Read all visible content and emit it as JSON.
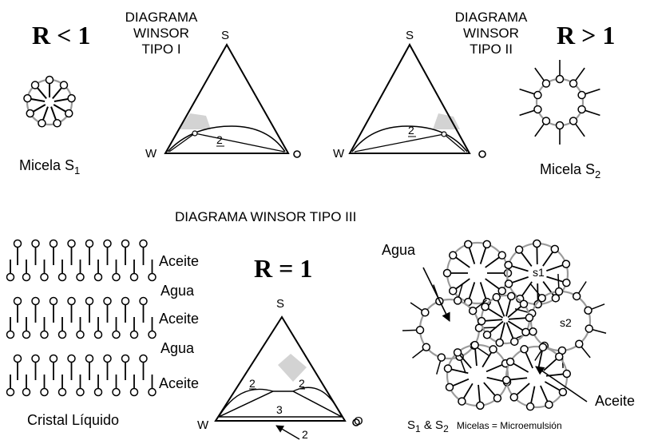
{
  "winsor1": {
    "title": "DIAGRAMA\nWINSOR\nTIPO I",
    "ratio": "R < 1",
    "micelle_label": "Micela S",
    "micelle_sub": "1"
  },
  "winsor2": {
    "title": "DIAGRAMA\nWINSOR\nTIPO II",
    "ratio": "R > 1",
    "micelle_label": "Micela S",
    "micelle_sub": "2"
  },
  "winsor3": {
    "title": "DIAGRAMA WINSOR TIPO III",
    "ratio": "R = 1"
  },
  "vertices": {
    "s": "S",
    "w": "W",
    "o": "O"
  },
  "phase_labels": {
    "two": "2",
    "three": "3"
  },
  "liquid_crystal": {
    "layers": [
      "Aceite",
      "Agua",
      "Aceite",
      "Agua",
      "Aceite"
    ],
    "caption": "Cristal Líquido"
  },
  "microemulsion": {
    "water_label": "Agua",
    "oil_label": "Aceite",
    "s1": "s1",
    "s2": "s2",
    "caption_prefix": "S",
    "caption_s1_sub": "1",
    "caption_amp": "& S",
    "caption_s2_sub": "2",
    "caption_text": "Micelas = Microemulsión"
  }
}
